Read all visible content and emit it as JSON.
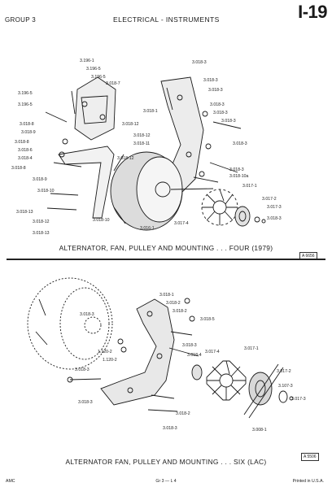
{
  "header": {
    "group": "GROUP 3",
    "section": "ELECTRICAL - INSTRUMENTS",
    "page_number": "I-19"
  },
  "figure1": {
    "caption": "ALTERNATOR, FAN, PULLEY AND MOUNTING . . . FOUR (1979)",
    "ref": "A 6656",
    "callouts": [
      "3.196-1",
      "3.196-5",
      "3.196-5",
      "3.018-7",
      "3.196-5",
      "3.196-5",
      "3.018-8",
      "3.018-9",
      "3.018-8",
      "3.018-6",
      "3.018-4",
      "3.018-8",
      "3.018-9",
      "3.018-10",
      "3.018-13",
      "3.018-12",
      "3.018-13",
      "3.018-12",
      "3.018-12",
      "3.018-11",
      "3.018-12",
      "3.018-10",
      "3.016-1",
      "3.017-4",
      "3.018-3",
      "3.018-3",
      "3.018-3",
      "3.018-1",
      "3.018-3",
      "3.018-3",
      "3.018-3",
      "3.018-3",
      "3.018-3",
      "3.018-10a",
      "3.017-1",
      "3.017-2",
      "3.017-3",
      "3.018-3"
    ]
  },
  "figure2": {
    "caption": "ALTERNATOR FAN, PULLEY AND MOUNTING . . . SIX (LAC)",
    "ref": "A 5506",
    "callouts": [
      "3.018-1",
      "3.018-2",
      "3.018-2",
      "3.018-3",
      "3.018-5",
      "1.120-2",
      "1.120-2",
      "3.018-3",
      "3.018-4",
      "3.017-4",
      "3.017-1",
      "3.017-2",
      "3.107-3",
      "3.017-3",
      "3.018-3",
      "3.018-2",
      "3.018-3",
      "3.008-1",
      "3.018-3"
    ]
  },
  "footer": {
    "left": "AMC",
    "center": "Gr 3 — L 4",
    "right": "Printed in U.S.A."
  }
}
